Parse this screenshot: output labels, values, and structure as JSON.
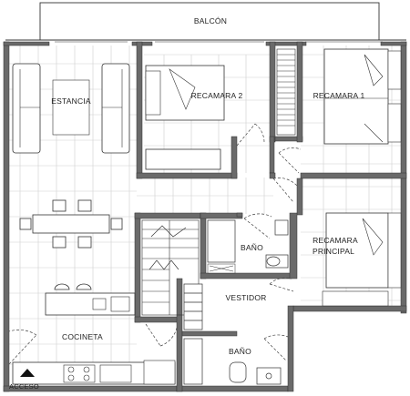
{
  "plan": {
    "rooms": {
      "balcony": "BALCÓN",
      "living_room": "ESTANCIA",
      "bedroom_2": "RECAMARA 2",
      "bedroom_1": "RECAMARA 1",
      "master_bedroom_line1": "RECAMARA",
      "master_bedroom_line2": "PRINCIPAL",
      "bathroom_main": "BAÑO",
      "walk_in_closet": "VESTIDOR",
      "kitchenette": "COCINETA",
      "bathroom_small": "BAÑO"
    },
    "entrance_label": "ACCESO",
    "colors": {
      "wall": "#5a5a5a",
      "line": "#333333",
      "tile_line": "#c9c9c9",
      "door_dash": "#444444",
      "background": "#ffffff"
    }
  }
}
